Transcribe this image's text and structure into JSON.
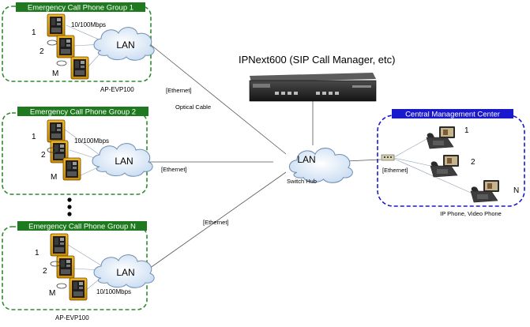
{
  "groups": [
    {
      "title": "Emergency Call Phone Group 1",
      "rows": [
        "1",
        "2",
        "M"
      ],
      "speed": "10/100Mbps",
      "model": "AP-EVP100",
      "lan": "LAN"
    },
    {
      "title": "Emergency Call Phone Group 2",
      "rows": [
        "1",
        "2",
        "M"
      ],
      "speed": "10/100Mbps",
      "lan": "LAN"
    },
    {
      "title": "Emergency Call Phone Group N",
      "rows": [
        "1",
        "2",
        "M"
      ],
      "speed": "10/100Mbps",
      "model": "AP-EVP100",
      "lan": "LAN"
    }
  ],
  "server": {
    "label": "IPNext600 (SIP Call Manager, etc)"
  },
  "hub": {
    "lan": "LAN",
    "label": "Switch Hub"
  },
  "links": {
    "g1_ethernet": "[Ethernet]",
    "g1_optical": "Optical Cable",
    "g2_ethernet": "[Ethernet]",
    "gn_ethernet": "[Ethernet]",
    "center_ethernet": "[Ethernet]"
  },
  "center": {
    "title": "Central Management Center",
    "phones": [
      "1",
      "2",
      "N"
    ],
    "caption": "IP Phone, Video Phone"
  },
  "colors": {
    "group_border": "#2e8b2e",
    "group_header": "#1f7a1f",
    "center_border": "#1a1acc",
    "center_header": "#1a1acc"
  }
}
